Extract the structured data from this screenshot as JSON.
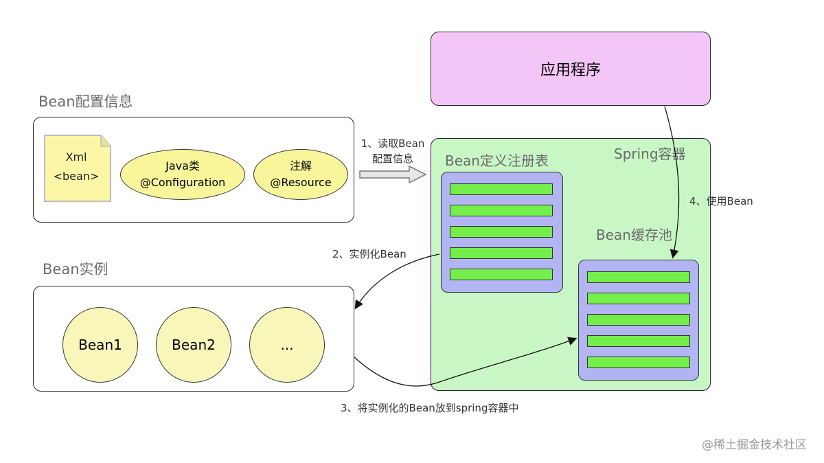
{
  "config_section": {
    "title": "Bean配置信息",
    "xml_doc": {
      "line1": "Xml",
      "line2": "<bean>"
    },
    "java_class": {
      "line1": "Java类",
      "line2": "@Configuration"
    },
    "annotation": {
      "line1": "注解",
      "line2": "@Resource"
    }
  },
  "instance_section": {
    "title": "Bean实例",
    "beans": [
      "Bean1",
      "Bean2",
      "..."
    ]
  },
  "application": {
    "label": "应用程序"
  },
  "spring_container": {
    "title": "Spring容器",
    "registry_title": "Bean定义注册表",
    "cache_title": "Bean缓存池"
  },
  "edges": {
    "step1_line1": "1、读取Bean",
    "step1_line2": "配置信息",
    "step2": "2、实例化Bean",
    "step3": "3、将实例化的Bean放到spring容器中",
    "step4": "4、使用Bean"
  },
  "watermark": "@稀土掘金技术社区",
  "colors": {
    "application_fill": "#f3c6f7",
    "container_fill": "#c8f7c5",
    "registry_fill": "#b2b5f2",
    "bar_fill": "#74ee4a",
    "ellipse_fill": "#f8f59a",
    "doc_fill": "#fbf7a6"
  }
}
